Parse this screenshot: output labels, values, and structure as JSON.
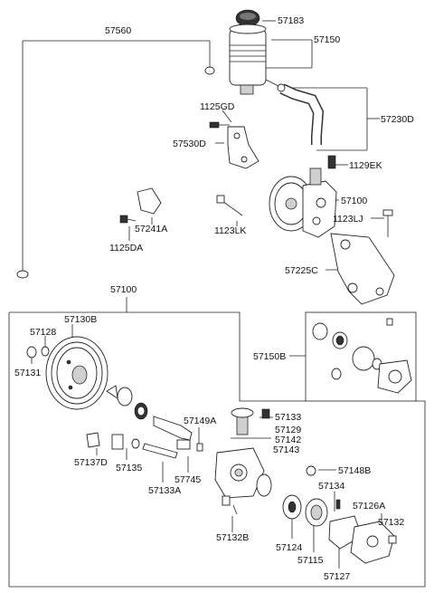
{
  "labels": {
    "l57183": "57183",
    "l57150": "57150",
    "l57560": "57560",
    "l1125GD": "1125GD",
    "l57230D": "57230D",
    "l57530D": "57530D",
    "l1129EK": "1129EK",
    "l57100a": "57100",
    "l57241A": "57241A",
    "l1123LJ": "1123LJ",
    "l1125DA": "1125DA",
    "l1123LK": "1123LK",
    "l57225C": "57225C",
    "l57100b": "57100",
    "l57130B": "57130B",
    "l57128": "57128",
    "l57131": "57131",
    "l57150B": "57150B",
    "l57149A": "57149A",
    "l57133": "57133",
    "l57129": "57129",
    "l57142": "57142",
    "l57143": "57143",
    "l57137D": "57137D",
    "l57135": "57135",
    "l57745": "57745",
    "l57133A": "57133A",
    "l57148B": "57148B",
    "l57134": "57134",
    "l57126A": "57126A",
    "l57132a": "57132",
    "l57132B": "57132B",
    "l57124": "57124",
    "l57115": "57115",
    "l57127": "57127"
  },
  "icons": {
    "reservoir": "reservoir-icon",
    "cap": "reservoir-cap-icon",
    "pump": "power-steering-pump-icon",
    "pulley": "pulley-icon",
    "bracket": "bracket-icon",
    "hose": "hose-icon",
    "bolt": "bolt-icon"
  }
}
